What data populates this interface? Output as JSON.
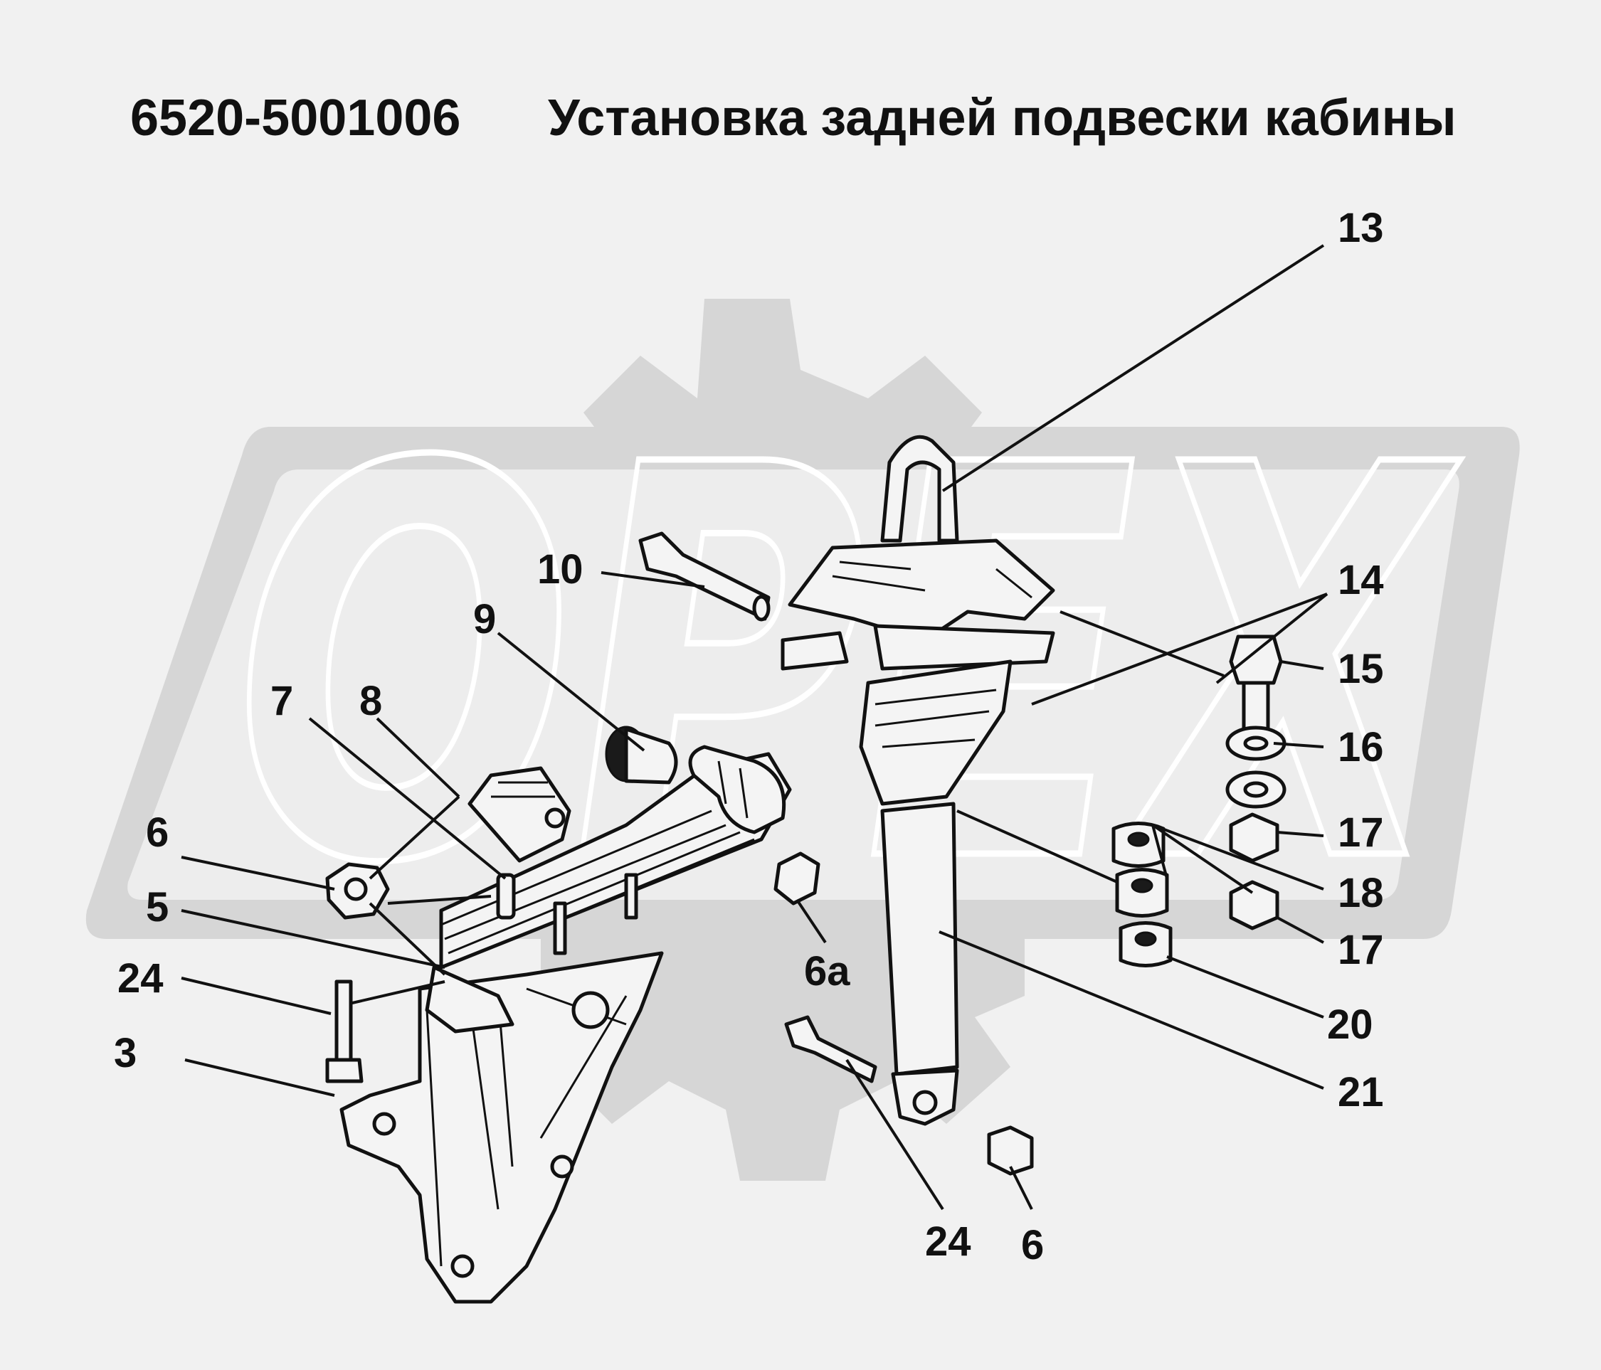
{
  "title": {
    "code": "6520-5001006",
    "name": "Установка задней подвески кабины"
  },
  "watermark": {
    "text": "ОРЕХ"
  },
  "callouts": {
    "c13": "13",
    "c10": "10",
    "c14": "14",
    "c9": "9",
    "c15": "15",
    "c7": "7",
    "c8": "8",
    "c16": "16",
    "c6_left": "6",
    "c17_upper": "17",
    "c18": "18",
    "c5": "5",
    "c17_lower": "17",
    "c6a": "6а",
    "c24_left": "24",
    "c20": "20",
    "c3": "3",
    "c21": "21",
    "c24_bottom": "24",
    "c6_bottom": "6"
  }
}
